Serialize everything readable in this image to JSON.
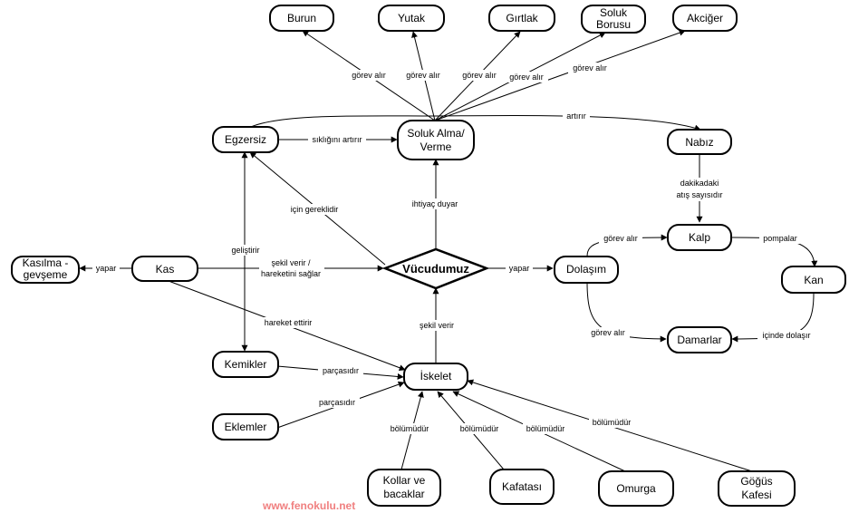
{
  "nodes": {
    "burun": "Burun",
    "yutak": "Yutak",
    "girtlak": "Gırtlak",
    "soluk_borusu_1": "Soluk",
    "soluk_borusu_2": "Borusu",
    "akciger": "Akciğer",
    "egzersiz": "Egzersiz",
    "soluk_alma_1": "Soluk Alma/",
    "soluk_alma_2": "Verme",
    "nabiz": "Nabız",
    "kalp": "Kalp",
    "kan": "Kan",
    "dolasim": "Dolaşım",
    "damarlar": "Damarlar",
    "vucudumuz": "Vücudumuz",
    "kas": "Kas",
    "kasilma_1": "Kasılma -",
    "kasilma_2": "gevşeme",
    "kemikler": "Kemikler",
    "iskelet": "İskelet",
    "eklemler": "Eklemler",
    "kollar_1": "Kollar ve",
    "kollar_2": "bacaklar",
    "kafatasi": "Kafatası",
    "omurga": "Omurga",
    "gogus_1": "Göğüs",
    "gogus_2": "Kafesi"
  },
  "labels": {
    "gorev_alir_burun": "görev alır",
    "gorev_alir_yutak": "görev alır",
    "gorev_alir_girtlak": "görev alır",
    "gorev_alir_soluk": "görev alır",
    "gorev_alir_akciger": "görev alır",
    "artirir": "artırır",
    "sikligini_artirir": "sıklığını artırır",
    "dakikadaki_1": "dakikadaki",
    "dakikadaki_2": "atış sayısıdır",
    "icin_gereklidir": "için gereklidir",
    "ihtiyac_duyar": "ihtiyaç duyar",
    "gelistirir": "geliştirir",
    "yapar_kas": "yapar",
    "sekil_verir_1": "şekil verir /",
    "sekil_verir_2": "hareketini sağlar",
    "yapar_dolasim": "yapar",
    "gorev_alir_kalp": "görev alır",
    "pompalar": "pompalar",
    "gorev_alir_damar": "görev alır",
    "icinde_dolasir": "içinde dolaşır",
    "hareket_ettirir": "hareket ettirir",
    "sekil_verir_iskelet": "şekil verir",
    "parcasidir_1": "parçasıdır",
    "parcasidir_2": "parçasıdır",
    "bolumudur_1": "bölümüdür",
    "bolumudur_2": "bölümüdür",
    "bolumudur_3": "bölümüdür",
    "bolumudur_4": "bölümüdür"
  },
  "watermark": "www.fenokulu.net"
}
